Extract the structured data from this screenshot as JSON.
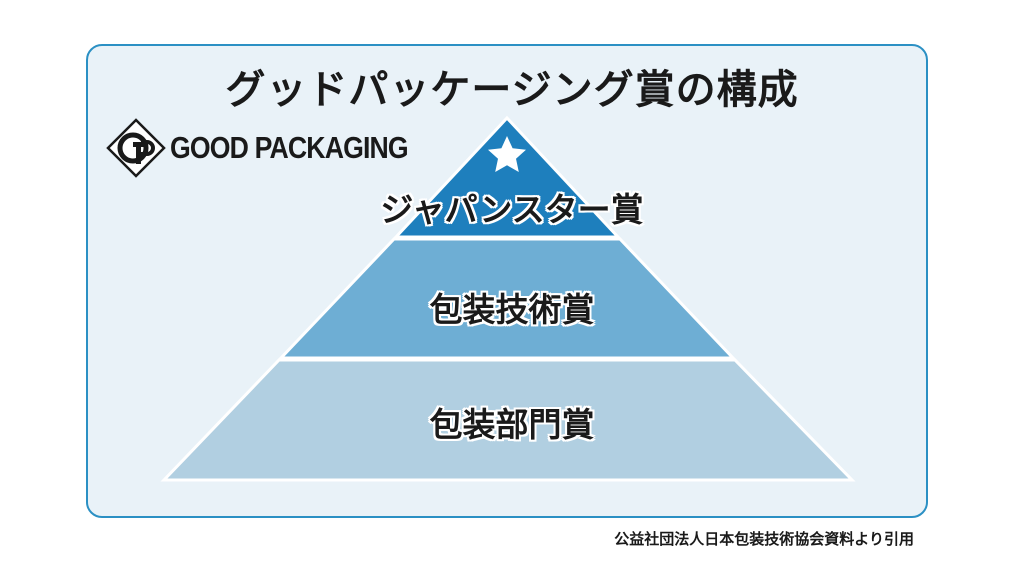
{
  "diagram": {
    "title": "グッドパッケージング賞の構成",
    "logo_text": "GOOD PACKAGING",
    "tiers": [
      {
        "label": "ジャパンスター賞",
        "color": "#1e7fbd"
      },
      {
        "label": "包装技術賞",
        "color": "#6eaed4"
      },
      {
        "label": "包装部門賞",
        "color": "#b1cfe1"
      }
    ],
    "source_note": "公益社団法人日本包装技術協会資料より引用"
  },
  "colors": {
    "border": "#2b90c4",
    "panel_bg": "#e9f2f8"
  },
  "icons": [
    "gp-logo-icon",
    "star-icon"
  ]
}
